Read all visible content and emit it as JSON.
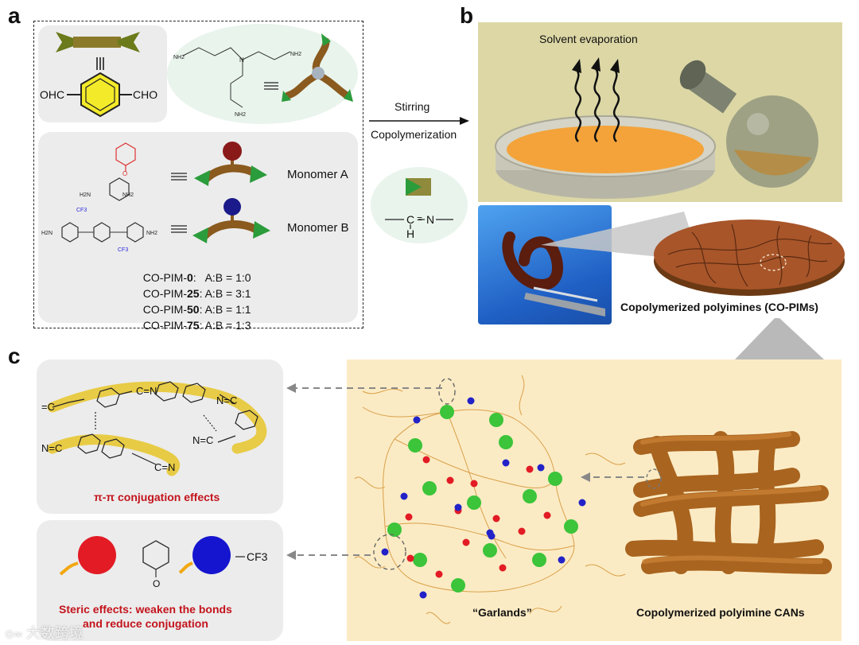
{
  "panels": {
    "a": "a",
    "b": "b",
    "c": "c"
  },
  "panel_a": {
    "aldehyde": {
      "left_group": "OHC",
      "right_group": "CHO"
    },
    "amine_groups": [
      "NH2",
      "NH2",
      "NH2"
    ],
    "monomer_a": {
      "label": "Monomer A",
      "groups": [
        "H2N",
        "NH2"
      ]
    },
    "monomer_b": {
      "label": "Monomer B",
      "groups": [
        "H2N",
        "NH2",
        "CF3",
        "CF3"
      ]
    },
    "ratios": [
      {
        "prefix": "CO-PIM-",
        "num": "0",
        "ratio": ":   A:B = 1:0"
      },
      {
        "prefix": "CO-PIM-",
        "num": "25",
        "ratio": ": A:B = 3:1"
      },
      {
        "prefix": "CO-PIM-",
        "num": "50",
        "ratio": ": A:B = 1:1"
      },
      {
        "prefix": "CO-PIM-",
        "num": "75",
        "ratio": ": A:B = 1:3"
      }
    ]
  },
  "arrow_labels": {
    "top": "Stirring",
    "bottom": "Copolymerization"
  },
  "imine_bond": {
    "c": "C",
    "eq": "=",
    "n": "N",
    "h": "H"
  },
  "panel_b": {
    "solvent_label": "Solvent evaporation",
    "film_label": "Copolymerized polyimines (CO-PIMs)"
  },
  "panel_c": {
    "pi_label": "π-π conjugation effects",
    "steric_label_1": "Steric effects: weaken the bonds",
    "steric_label_2": "and reduce conjugation",
    "cf3_label": "CF3",
    "garlands_label": "“Garlands”",
    "cans_label": "Copolymerized polyimine CANs"
  },
  "watermark": "大数跨境",
  "colors": {
    "panel_grey": "#ececec",
    "network_bg": "#fbebc4",
    "mint": "#e9f4ec",
    "olive_bg": "#dcd7a5",
    "brown": "#9c5a1e",
    "accent_red": "#c3141c",
    "green_node": "#3cc43a",
    "red_dot": "#e21b25",
    "blue_dot": "#2222c8"
  }
}
